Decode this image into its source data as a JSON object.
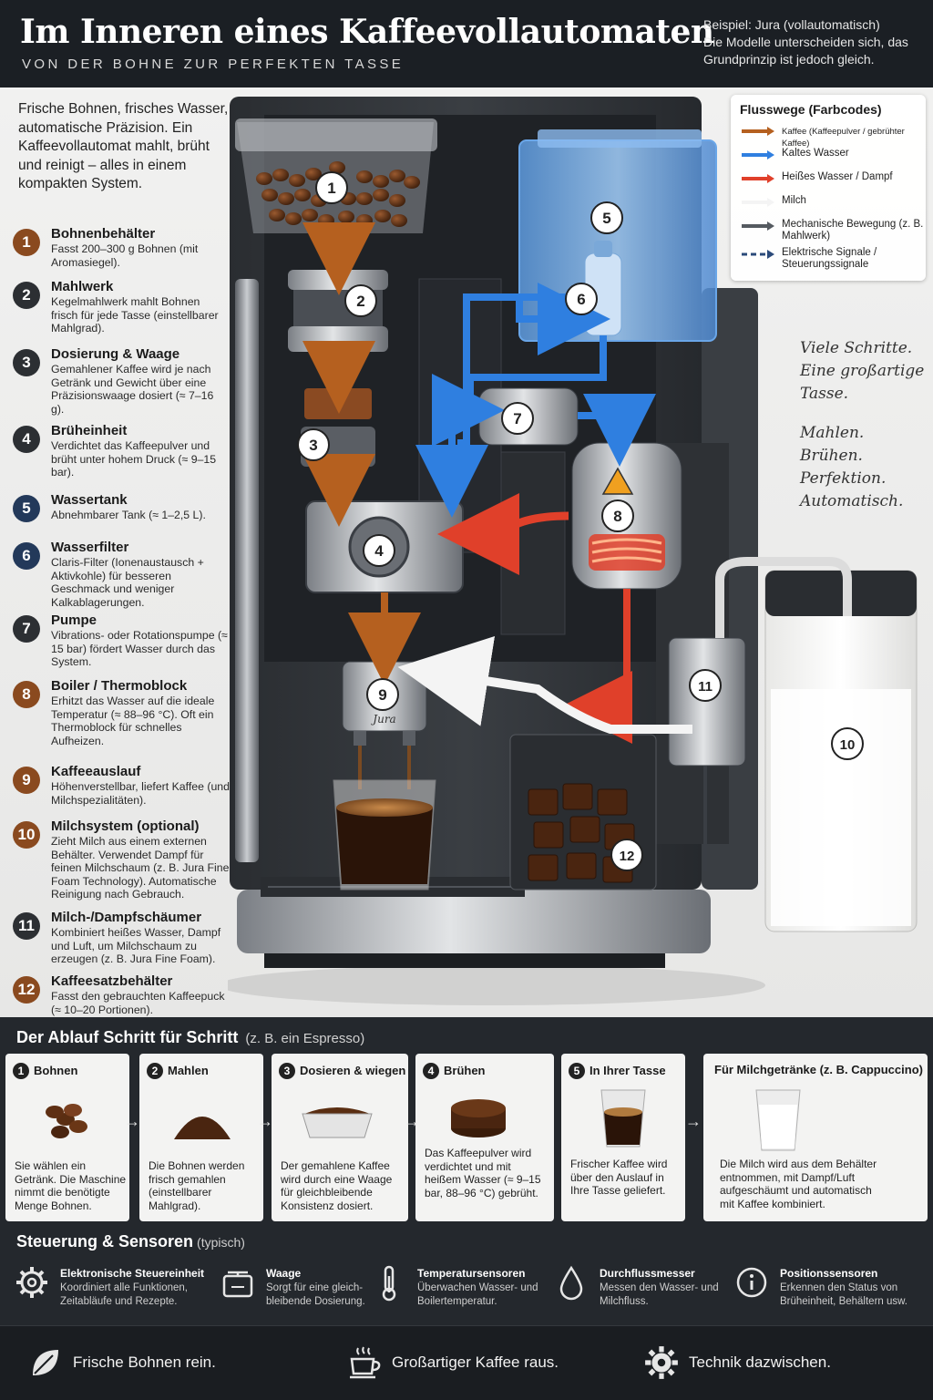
{
  "header": {
    "title": "Im Inneren eines Kaffeevollautomaten",
    "subtitle": "VON DER BOHNE ZUR PERFEKTEN TASSE",
    "note_line1": "Beispiel: Jura (vollautomatisch)",
    "note_line2": "Die Modelle unterscheiden sich, das Grundprinzip ist jedoch gleich."
  },
  "intro": "Frische Bohnen, frisches Wasser, automatische Präzision. Ein Kaffeevollautomat mahlt, brüht und reinigt – alles in einem kompakten System.",
  "components": [
    {
      "num": "1",
      "name": "Bohnenbehälter",
      "desc": "Fasst 200–300 g Bohnen (mit Aromasiegel)."
    },
    {
      "num": "2",
      "name": "Mahlwerk",
      "desc": "Kegelmahlwerk mahlt Bohnen frisch für jede Tasse (einstellbarer Mahlgrad)."
    },
    {
      "num": "3",
      "name": "Dosierung & Waage",
      "desc": "Gemahlener Kaffee wird je nach Getränk und Gewicht über eine Präzisionswaage dosiert (≈ 7–16 g)."
    },
    {
      "num": "4",
      "name": "Brüheinheit",
      "desc": "Verdichtet das Kaffeepulver und brüht unter hohem Druck (≈ 9–15 bar)."
    },
    {
      "num": "5",
      "name": "Wassertank",
      "desc": "Abnehmbarer Tank (≈ 1–2,5 L)."
    },
    {
      "num": "6",
      "name": "Wasserfilter",
      "desc": "Claris-Filter (Ionenaustausch + Aktivkohle) für besseren Geschmack und weniger Kalkablagerungen."
    },
    {
      "num": "7",
      "name": "Pumpe",
      "desc": "Vibrations- oder Rotationspumpe (≈ 15 bar) fördert Wasser durch das System."
    },
    {
      "num": "8",
      "name": "Boiler / Thermoblock",
      "desc": "Erhitzt das Wasser auf die ideale Temperatur (≈ 88–96 °C). Oft ein Thermoblock für schnelles Aufheizen."
    },
    {
      "num": "9",
      "name": "Kaffeeauslauf",
      "desc": "Höhenverstellbar, liefert Kaffee (und Milchspezialitäten)."
    },
    {
      "num": "10",
      "name": "Milchsystem (optional)",
      "desc": "Zieht Milch aus einem externen Behälter. Verwendet Dampf für feinen Milchschaum (z. B. Jura Fine Foam Technology). Automatische Reinigung nach Gebrauch."
    },
    {
      "num": "11",
      "name": "Milch-/Dampfschäumer",
      "desc": "Kombiniert heißes Wasser, Dampf und Luft, um Milchschaum zu erzeugen (z. B. Jura Fine Foam)."
    },
    {
      "num": "12",
      "name": "Kaffeesatzbehälter",
      "desc": "Fasst den gebrauchten Kaffeepuck (≈ 10–20 Portionen)."
    }
  ],
  "legend": {
    "title": "Flusswege (Farbcodes)",
    "items": [
      {
        "label": "Kaffee (Kaffeepulver / gebrühter Kaffee)",
        "color": "#b5601f"
      },
      {
        "label": "Kaltes Wasser",
        "color": "#2f7fe0"
      },
      {
        "label": "Heißes Wasser / Dampf",
        "color": "#e0402a"
      },
      {
        "label": "Milch",
        "color": "#f4f4f4"
      },
      {
        "label": "Mechanische Bewegung (z. B. Mahlwerk)",
        "color": "#555a60"
      },
      {
        "label": "Elektrische Signale / Steuerungssignale",
        "color": "#2b4a7a"
      }
    ]
  },
  "slogan": {
    "lines1": [
      "Viele Schritte.",
      "Eine großartige",
      "Tasse."
    ],
    "lines2": [
      "Mahlen.",
      "Brühen.",
      "Perfektion.",
      "Automatisch."
    ]
  },
  "process": {
    "title": "Der Ablauf Schritt für Schritt",
    "subtitle": "(z. B. ein Espresso)",
    "steps": [
      {
        "num": "1",
        "title": "Bohnen",
        "desc": "Sie wählen ein Getränk. Die Maschine nimmt die benötigte Menge Bohnen."
      },
      {
        "num": "2",
        "title": "Mahlen",
        "desc": "Die Bohnen werden frisch gemahlen (einstellbarer Mahlgrad)."
      },
      {
        "num": "3",
        "title": "Dosieren & wiegen",
        "desc": "Der gemahlene Kaffee wird durch eine Waage für gleichbleibende Konsistenz dosiert."
      },
      {
        "num": "4",
        "title": "Brühen",
        "desc": "Das Kaffeepulver wird verdichtet und mit heißem Wasser (≈ 9–15 bar, 88–96 °C) gebrüht."
      },
      {
        "num": "5",
        "title": "In Ihrer Tasse",
        "desc": "Frischer Kaffee wird über den Auslauf in Ihre Tasse geliefert."
      }
    ],
    "milk": {
      "title": "Für Milchgetränke (z. B. Cappuccino)",
      "desc": "Die Milch wird aus dem Behälter entnommen, mit Dampf/Luft aufgeschäumt und automatisch mit Kaffee kombiniert."
    }
  },
  "sensors": {
    "title": "Steuerung & Sensoren",
    "subtitle": "(typisch)",
    "items": [
      {
        "name": "Elektronische Steuereinheit",
        "desc": "Koordiniert alle Funktionen, Zeitabläufe und Rezepte.",
        "icon": "gear-icon"
      },
      {
        "name": "Waage",
        "desc": "Sorgt für eine gleich-bleibende Dosierung.",
        "icon": "scale-icon"
      },
      {
        "name": "Temperatursensoren",
        "desc": "Überwachen Wasser- und Boilertemperatur.",
        "icon": "thermometer-icon"
      },
      {
        "name": "Durchflussmesser",
        "desc": "Messen den Wasser- und Milchfluss.",
        "icon": "drop-icon"
      },
      {
        "name": "Positionssensoren",
        "desc": "Erkennen den Status von Brüheinheit, Behältern usw.",
        "icon": "info-icon"
      }
    ]
  },
  "footer": {
    "items": [
      {
        "text": "Frische Bohnen rein.",
        "icon": "leaf-icon"
      },
      {
        "text": "Großartiger Kaffee raus.",
        "icon": "cup-icon"
      },
      {
        "text": "Technik dazwischen.",
        "icon": "gear-icon"
      }
    ]
  },
  "machine": {
    "brand": "Jura",
    "badges": [
      "1",
      "2",
      "3",
      "4",
      "5",
      "6",
      "7",
      "8",
      "9",
      "10",
      "11",
      "12"
    ]
  },
  "colors": {
    "coffee": "#b5601f",
    "cold_water": "#2f7fe0",
    "hot_water": "#e0402a",
    "accent_dark": "#24282d"
  }
}
